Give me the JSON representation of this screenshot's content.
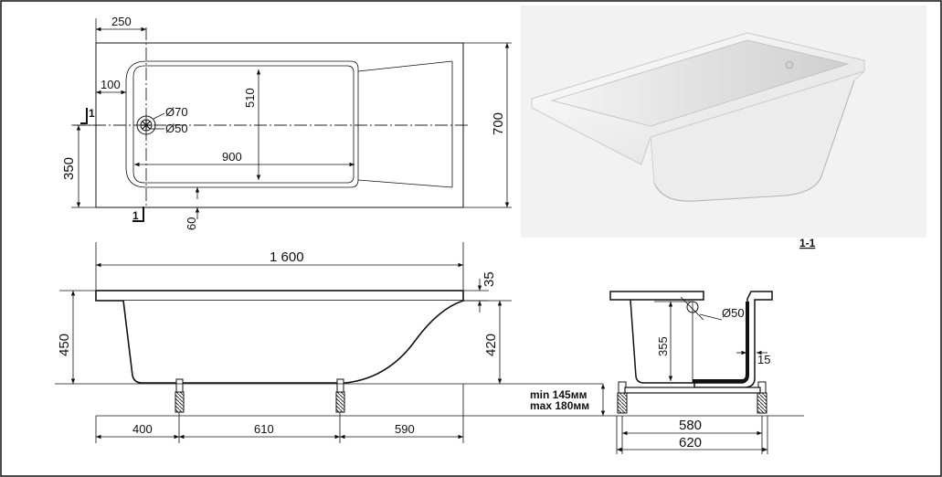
{
  "labels": {
    "top_view": {
      "w250": "250",
      "w100": "100",
      "h510": "510",
      "d70": "Ø70",
      "d50": "Ø50",
      "w900": "900",
      "h350": "350",
      "h700": "700",
      "w60": "60",
      "section_top": "1",
      "section_bottom": "1"
    },
    "side_view": {
      "length": "1 600",
      "rim": "35",
      "height_total": "450",
      "height_inner": "420",
      "leg_400": "400",
      "leg_610": "610",
      "leg_590": "590"
    },
    "section_view": {
      "title": "1-1",
      "drain": "Ø50",
      "depth": "355",
      "wall": "15",
      "leg_min": "min 145мм",
      "leg_max": "max 180мм",
      "w580": "580",
      "w620": "620"
    }
  },
  "colors": {
    "line": "#111111",
    "photo_bg": "#f2f2f2",
    "tub_white": "#ffffff"
  }
}
